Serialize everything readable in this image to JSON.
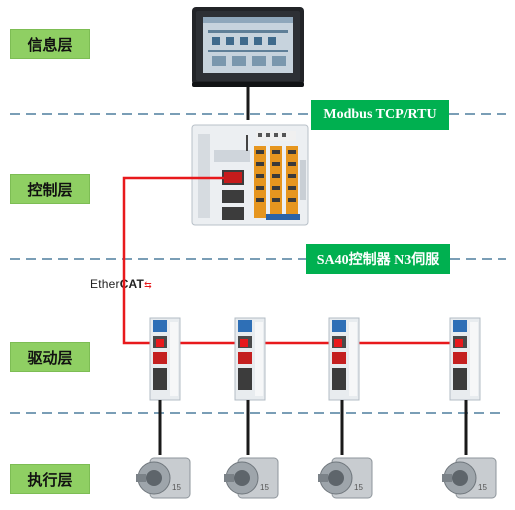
{
  "layers": [
    {
      "id": "info",
      "label": "信息层"
    },
    {
      "id": "control",
      "label": "控制层"
    },
    {
      "id": "drive",
      "label": "驱动层"
    },
    {
      "id": "exec",
      "label": "执行层"
    }
  ],
  "protocols": {
    "modbus": "Modbus TCP/RTU",
    "servo": "SA40控制器 N3伺服"
  },
  "bus": {
    "name_light": "Ether",
    "name_bold": "CAT"
  },
  "motor_badge": "15",
  "colors": {
    "layer_label_bg": "#8fcf63",
    "protocol_bg": "#00b050",
    "divider": "#4f7f9e",
    "ethercat_line": "#e8191c"
  }
}
